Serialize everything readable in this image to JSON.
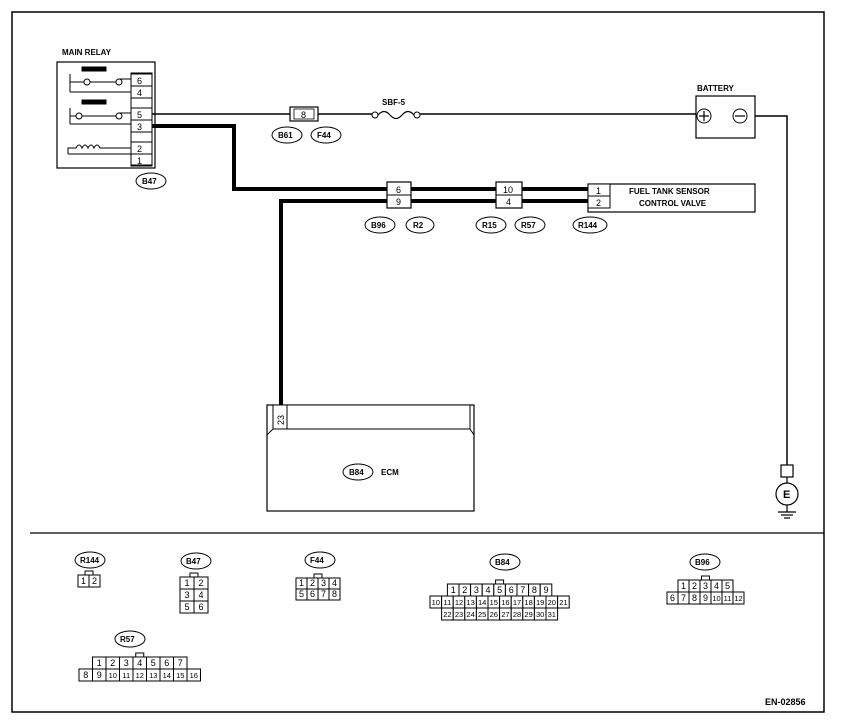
{
  "main_relay": {
    "title": "MAIN RELAY",
    "pins": [
      "6",
      "4",
      "5",
      "3",
      "",
      "2",
      "1"
    ],
    "connector_tag": "B47"
  },
  "fuse": {
    "label": "SBF-5"
  },
  "battery": {
    "title": "BATTERY",
    "plus": "⊕",
    "minus": "⊖"
  },
  "junction_8": {
    "pin": "8",
    "tags": [
      "B61",
      "F44"
    ]
  },
  "junction_b96": {
    "pins": [
      "6",
      "9"
    ],
    "tags": [
      "B96",
      "R2"
    ]
  },
  "junction_r15": {
    "pins": [
      "10",
      "4"
    ],
    "tags": [
      "R15",
      "R57"
    ]
  },
  "valve": {
    "pins": [
      "1",
      "2"
    ],
    "tag": "R144",
    "label_line1": "FUEL TANK SENSOR",
    "label_line2": "CONTROL VALVE"
  },
  "ecm": {
    "pin": "23",
    "tag": "B84",
    "label": "ECM"
  },
  "ground": {
    "symbol": "E"
  },
  "connectors": {
    "r144": {
      "tag": "R144",
      "rows": [
        [
          "1",
          "2"
        ]
      ]
    },
    "b47": {
      "tag": "B47",
      "rows": [
        [
          "1",
          "2"
        ],
        [
          "3",
          "4"
        ],
        [
          "5",
          "6"
        ]
      ]
    },
    "f44": {
      "tag": "F44",
      "rows": [
        [
          "1",
          "2",
          "3",
          "4"
        ],
        [
          "5",
          "6",
          "7",
          "8"
        ]
      ]
    },
    "b84": {
      "tag": "B84",
      "rows": [
        [
          "1",
          "2",
          "3",
          "4",
          "5",
          "6",
          "7",
          "8",
          "9"
        ],
        [
          "10",
          "11",
          "12",
          "13",
          "14",
          "15",
          "16",
          "17",
          "18",
          "19",
          "20",
          "21"
        ],
        [
          "22",
          "23",
          "24",
          "25",
          "26",
          "27",
          "28",
          "29",
          "30",
          "31"
        ]
      ]
    },
    "b96": {
      "tag": "B96",
      "rows": [
        [
          "1",
          "2",
          "3",
          "4",
          "5"
        ],
        [
          "6",
          "7",
          "8",
          "9",
          "10",
          "11",
          "12"
        ]
      ]
    },
    "r57": {
      "tag": "R57",
      "rows": [
        [
          "1",
          "2",
          "3",
          "4",
          "5",
          "6",
          "7"
        ],
        [
          "8",
          "9",
          "10",
          "11",
          "12",
          "13",
          "14",
          "15",
          "16"
        ]
      ]
    }
  },
  "figure_code": "EN-02856"
}
